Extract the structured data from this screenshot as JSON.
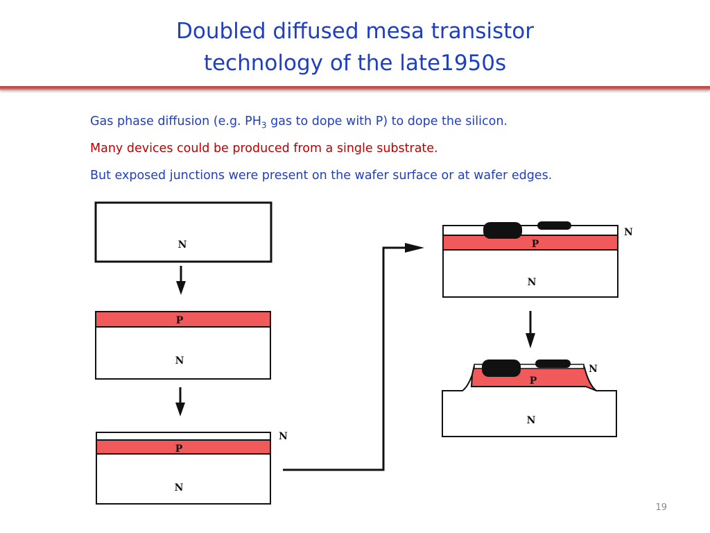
{
  "slide": {
    "title_line1": "Doubled diffused mesa transistor",
    "title_line2": "technology of the late1950s",
    "page_number": "19"
  },
  "bullets": {
    "b1_prefix": "Gas phase diffusion (e.g. PH",
    "b1_sub": "3",
    "b1_suffix": " gas to dope with P) to dope the silicon.",
    "b2": "Many devices could be produced from a single substrate.",
    "b3": "But exposed junctions were present on the wafer surface or at wafer edges."
  },
  "diagram": {
    "label_n": "N",
    "label_p": "P"
  },
  "colors": {
    "title": "#1f3fbf",
    "text_blue": "#1f3fbf",
    "text_red": "#c00000",
    "p_layer": "#f05a5a",
    "rule": "#c9504c"
  }
}
